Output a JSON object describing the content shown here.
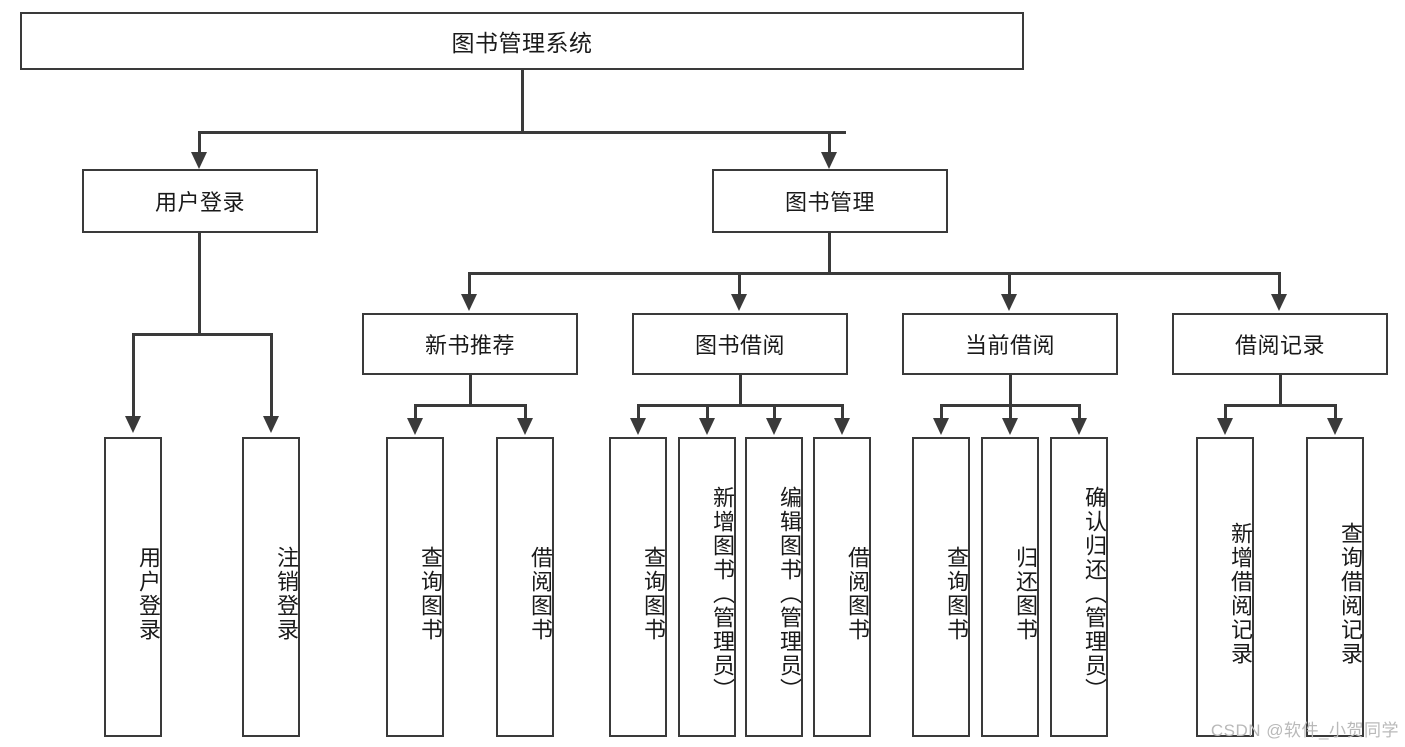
{
  "diagram": {
    "title": "图书管理系统",
    "type": "hierarchy-tree",
    "root": {
      "label": "图书管理系统"
    },
    "level2": [
      {
        "label": "用户登录"
      },
      {
        "label": "图书管理"
      }
    ],
    "level3": [
      {
        "label": "新书推荐"
      },
      {
        "label": "图书借阅"
      },
      {
        "label": "当前借阅"
      },
      {
        "label": "借阅记录"
      }
    ],
    "leaves": {
      "user_login": [
        {
          "label": "用户登录"
        },
        {
          "label": "注销登录"
        }
      ],
      "new_book_recommend": [
        {
          "label": "查询图书"
        },
        {
          "label": "借阅图书"
        }
      ],
      "book_borrow": [
        {
          "label": "查询图书"
        },
        {
          "label": "新增图书（管理员）"
        },
        {
          "label": "编辑图书（管理员）"
        },
        {
          "label": "借阅图书"
        }
      ],
      "current_borrow": [
        {
          "label": "查询图书"
        },
        {
          "label": "归还图书"
        },
        {
          "label": "确认归还（管理员）"
        }
      ],
      "borrow_record": [
        {
          "label": "新增借阅记录"
        },
        {
          "label": "查询借阅记录"
        }
      ]
    }
  },
  "watermark": {
    "text": "CSDN @软件_小贺同学"
  },
  "colors": {
    "stroke": "#3a3a3a",
    "background": "#ffffff",
    "text": "#1a1a1a",
    "watermark": "#b9b9b9"
  }
}
